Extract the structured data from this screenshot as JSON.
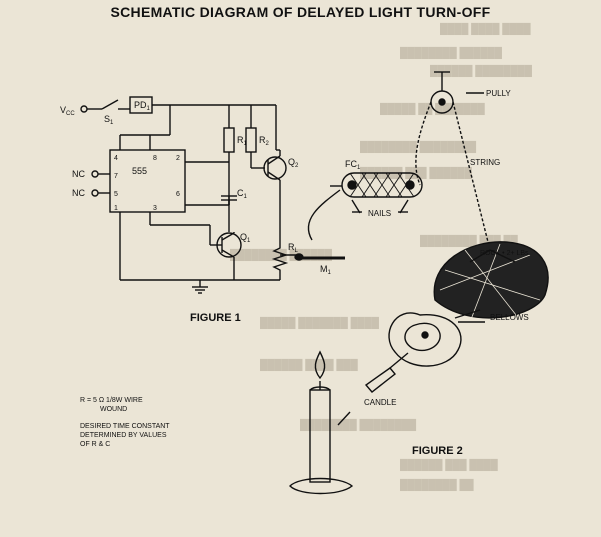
{
  "title": "SCHEMATIC DIAGRAM OF DELAYED LIGHT TURN-OFF",
  "figure1": {
    "caption": "FIGURE 1",
    "vcc": "V",
    "vcc_sub": "CC",
    "s1": "S",
    "s1_sub": "1",
    "pd1": "PD",
    "pd1_sub": "1",
    "r1": "R",
    "r1_sub": "1",
    "r2": "R",
    "r2_sub": "2",
    "q2": "Q",
    "q2_sub": "2",
    "q1": "Q",
    "q1_sub": "1",
    "rl": "R",
    "rl_sub": "L",
    "c1": "C",
    "c1_sub": "1",
    "m1": "M",
    "m1_sub": "1",
    "fc1": "FC",
    "fc1_sub": "1",
    "ic_label": "555",
    "nc_top": "NC",
    "nc_bottom": "NC",
    "pins": [
      "4",
      "8",
      "2",
      "7",
      "5",
      "1",
      "6",
      "3"
    ],
    "note_rl": "R  = 5 Ω 1/8W WIRE",
    "note_rl_2": "WOUND",
    "note_time_1": "DESIRED TIME CONSTANT",
    "note_time_2": "DETERMINED BY VALUES",
    "note_time_3": "OF R  & C"
  },
  "figure2": {
    "caption": "FIGURE 2",
    "pully": "PULLY",
    "string": "STRING",
    "nails": "NAILS",
    "rock": "ROCK • 2+ LBs.",
    "bellows": "BELLOWS",
    "candle": "CANDLE"
  }
}
